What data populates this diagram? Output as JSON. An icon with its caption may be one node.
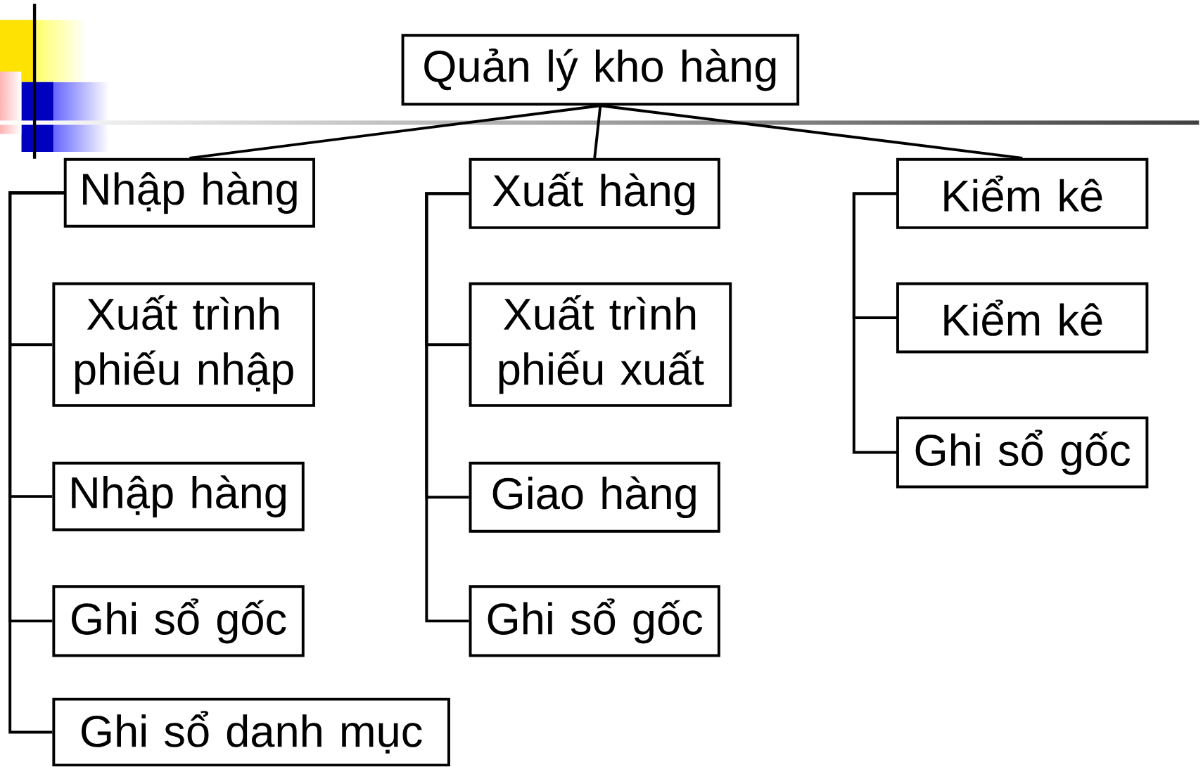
{
  "diagram": {
    "nodes": [
      {
        "text": [
          "Quản lý kho hàng"
        ]
      },
      {
        "text": [
          "Nhập hàng"
        ]
      },
      {
        "text": [
          "Xuất trình phiếu nhập"
        ]
      },
      {
        "text": [
          "Nhập hàng"
        ]
      },
      {
        "text": [
          "Ghi sổ gốc"
        ]
      },
      {
        "text": [
          "Ghi sổ danh mục"
        ]
      },
      {
        "text": [
          "Xuất hàng"
        ]
      },
      {
        "text": [
          "Xuất trình phiếu xuất"
        ]
      },
      {
        "text": [
          "Giao hàng"
        ]
      },
      {
        "text": [
          "Ghi sổ gốc"
        ]
      },
      {
        "text": [
          "Kiểm kê"
        ]
      },
      {
        "text": [
          "Kiểm kê"
        ]
      },
      {
        "text": [
          "Ghi sổ gốc"
        ]
      }
    ],
    "edges": [
      {
        "from": 0,
        "to": 1,
        "arrow": "none"
      },
      {
        "from": 0,
        "to": 6,
        "arrow": "none"
      },
      {
        "from": 0,
        "to": 10,
        "arrow": "none"
      },
      {
        "from": 1,
        "to": 2,
        "arrow": "none"
      },
      {
        "from": 1,
        "to": 3,
        "arrow": "none"
      },
      {
        "from": 1,
        "to": 4,
        "arrow": "none"
      },
      {
        "from": 1,
        "to": 5,
        "arrow": "none"
      },
      {
        "from": 6,
        "to": 7,
        "arrow": "none"
      },
      {
        "from": 6,
        "to": 8,
        "arrow": "none"
      },
      {
        "from": 6,
        "to": 9,
        "arrow": "none"
      },
      {
        "from": 10,
        "to": 11,
        "arrow": "none"
      },
      {
        "from": 10,
        "to": 12,
        "arrow": "none"
      }
    ]
  }
}
